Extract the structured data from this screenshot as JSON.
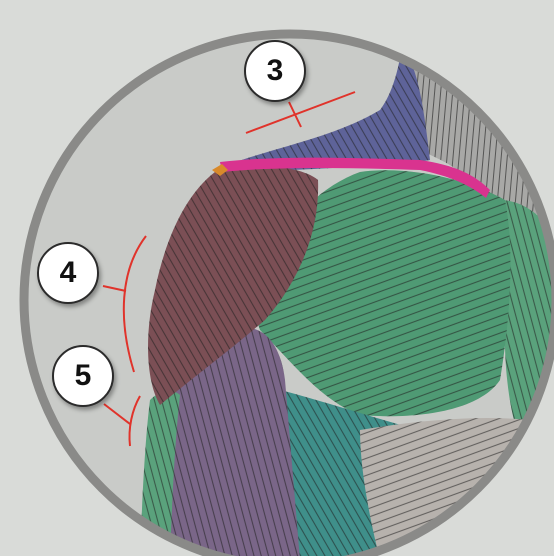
{
  "callouts": [
    {
      "id": "3",
      "label": "3"
    },
    {
      "id": "4",
      "label": "4"
    },
    {
      "id": "5",
      "label": "5"
    }
  ],
  "colors": {
    "background": "#d9dbd8",
    "frame_ring": "#8a8a88",
    "lens_fill": "#c9cbc8",
    "bracket": "#e0332b",
    "clavicle_band": "#d9338f",
    "deltoid": "#7b4f55",
    "pectoralis": "#4f9a74",
    "trapezius": "#5a5f9a",
    "biceps": "#7a6688",
    "latissimus": "#3f8f8a",
    "neck": "#9a9a9a"
  }
}
